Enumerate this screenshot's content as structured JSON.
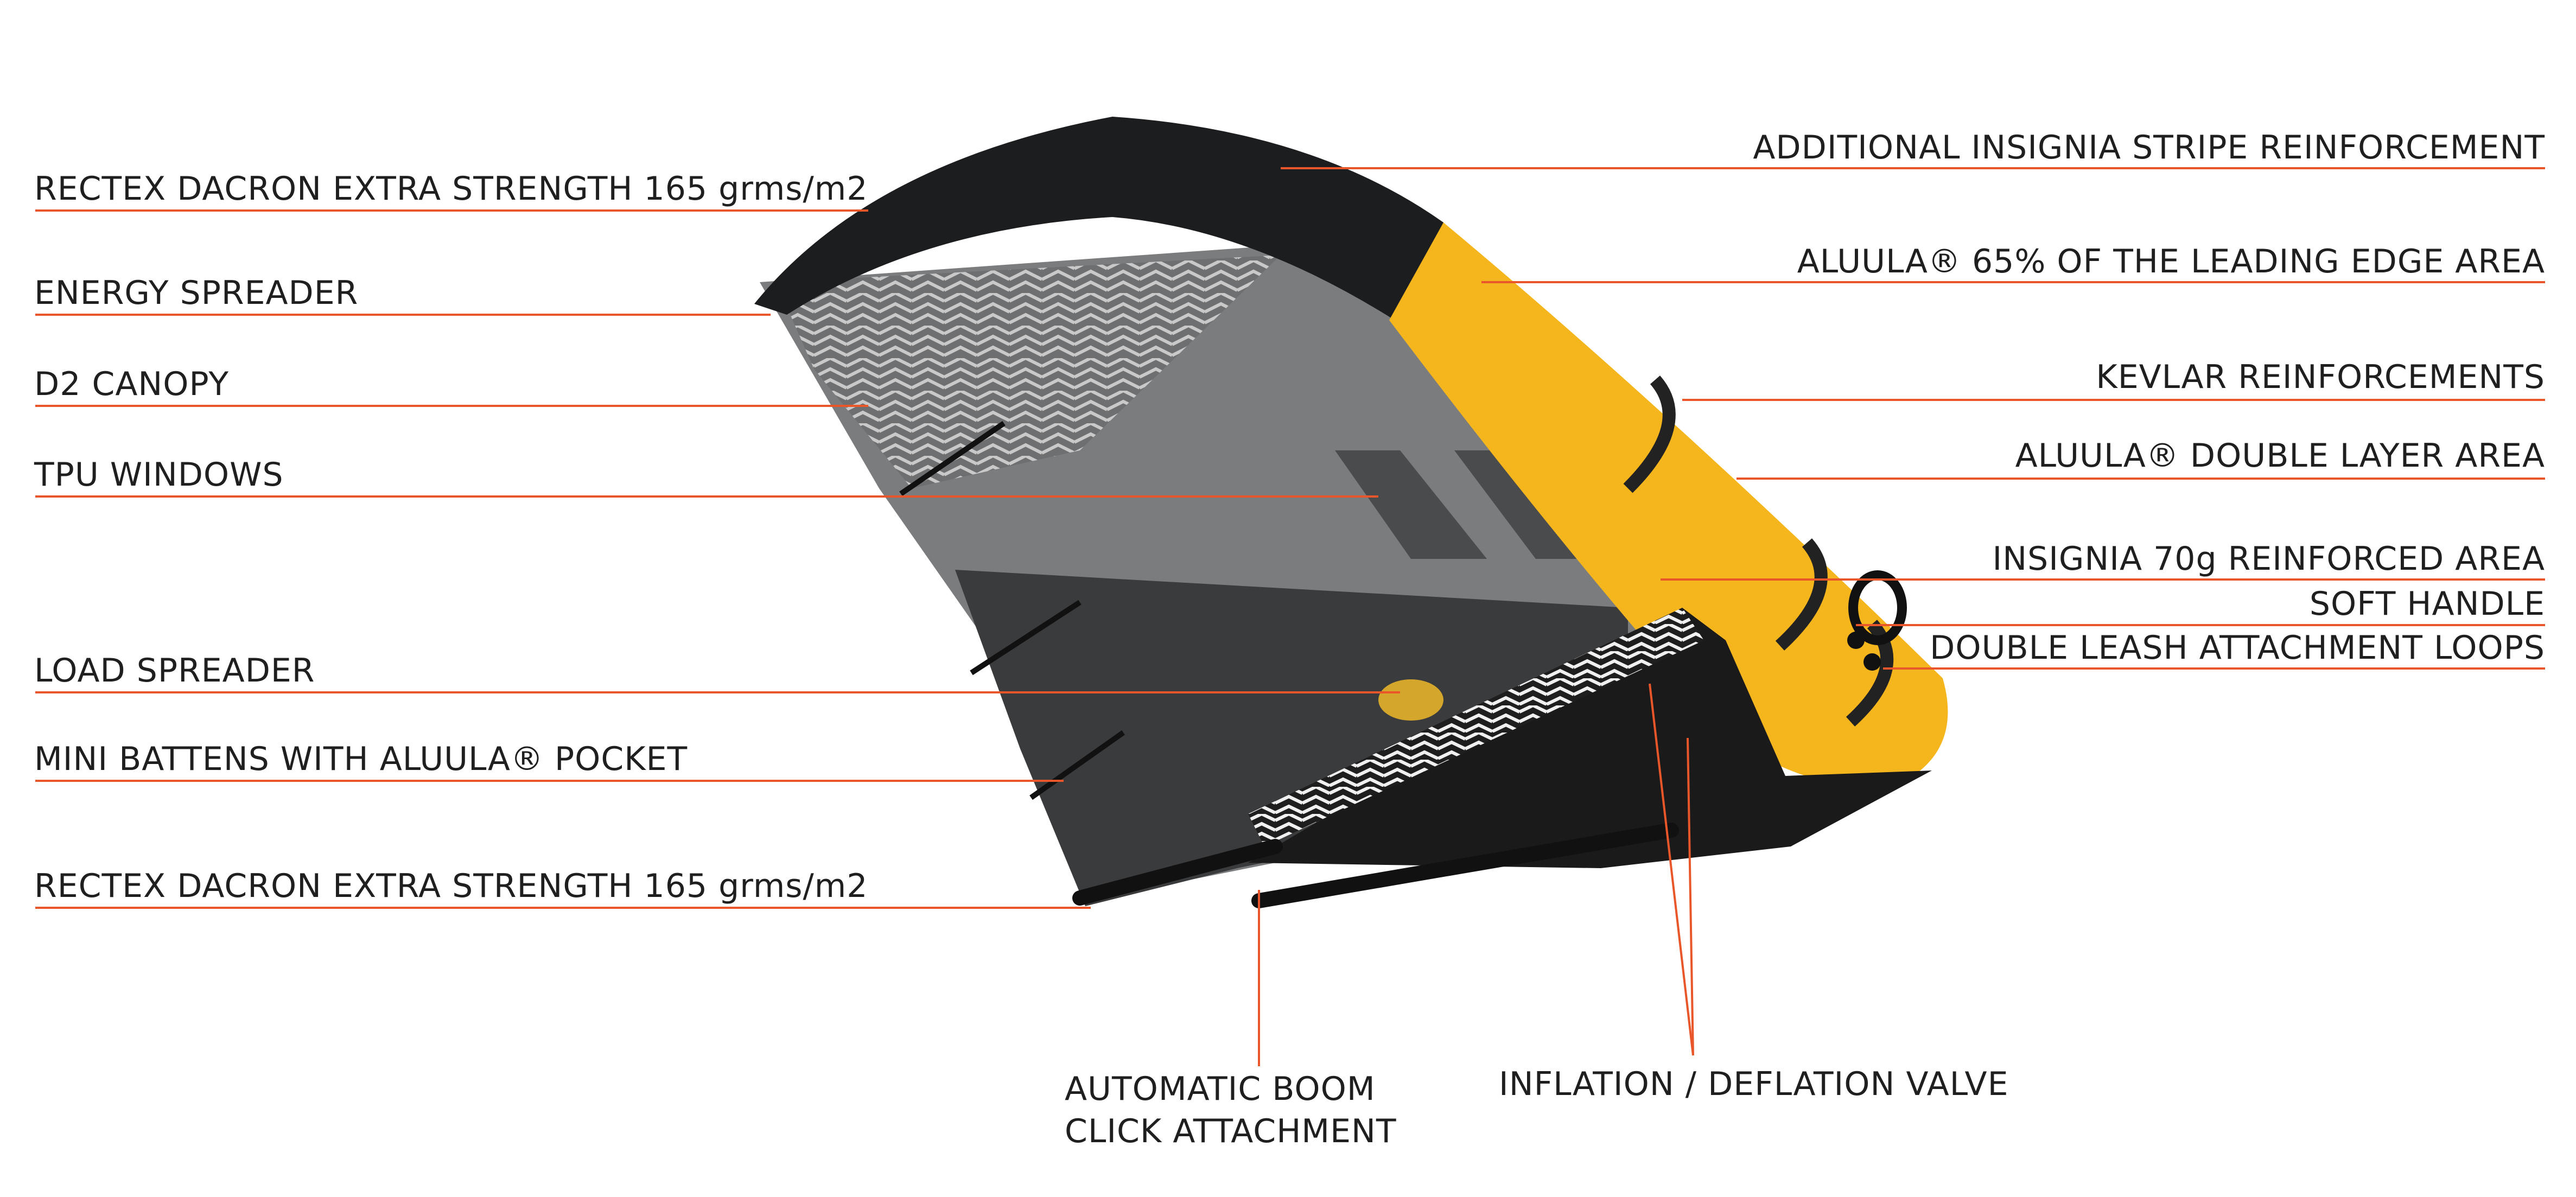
{
  "colors": {
    "leader": "#e8562a",
    "leading_edge_dark": "#1b1c1e",
    "leading_edge_yellow": "#f5b51d",
    "canopy_grey": "#7a7b7d",
    "canopy_dark": "#3b3c3e",
    "text": "#1f1f1f"
  },
  "labels": {
    "left": [
      "RECTEX DACRON EXTRA STRENGTH 165 grms/m2",
      "ENERGY SPREADER",
      "D2 CANOPY",
      "TPU WINDOWS",
      "LOAD SPREADER",
      "MINI BATTENS WITH ALUULA® POCKET",
      "RECTEX DACRON EXTRA STRENGTH 165 grms/m2"
    ],
    "right": [
      "ADDITIONAL INSIGNIA STRIPE REINFORCEMENT",
      "ALUULA® 65% OF THE LEADING EDGE AREA",
      "KEVLAR REINFORCEMENTS",
      "ALUULA® DOUBLE LAYER AREA",
      "INSIGNIA 70g REINFORCED AREA",
      "SOFT HANDLE",
      "DOUBLE LEASH ATTACHMENT LOOPS"
    ],
    "bottom": [
      "AUTOMATIC BOOM CLICK ATTACHMENT",
      "INFLATION / DEFLATION VALVE"
    ]
  }
}
